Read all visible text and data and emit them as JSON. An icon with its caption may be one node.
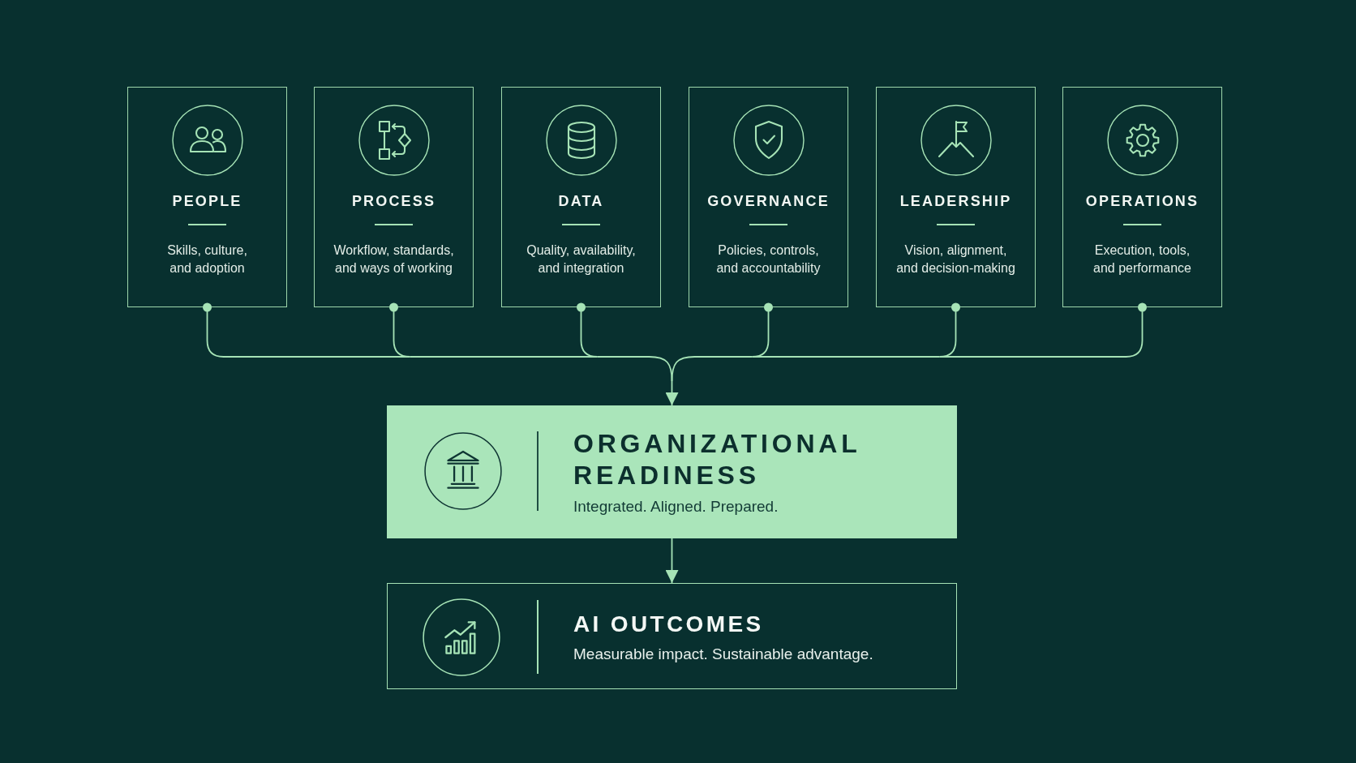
{
  "diagram": {
    "nodes": [
      {
        "text": [
          "PEOPLE",
          "Skills, culture, and adoption"
        ]
      },
      {
        "text": [
          "PROCESS",
          "Workflow, standards, and ways of working"
        ]
      },
      {
        "text": [
          "DATA",
          "Quality, availability, and integration"
        ]
      },
      {
        "text": [
          "GOVERNANCE",
          "Policies, controls, and accountability"
        ]
      },
      {
        "text": [
          "LEADERSHIP",
          "Vision, alignment, and decision-making"
        ]
      },
      {
        "text": [
          "OPERATIONS",
          "Execution, tools, and performance"
        ]
      },
      {
        "text": [
          "ORGANIZATIONAL READINESS",
          "Integrated. Aligned. Prepared."
        ]
      },
      {
        "text": [
          "AI OUTCOMES",
          "Measurable impact. Sustainable advantage."
        ]
      }
    ],
    "edges": [
      {
        "from": 0,
        "to": 6,
        "arrow": "to"
      },
      {
        "from": 1,
        "to": 6,
        "arrow": "to"
      },
      {
        "from": 2,
        "to": 6,
        "arrow": "to"
      },
      {
        "from": 3,
        "to": 6,
        "arrow": "to"
      },
      {
        "from": 4,
        "to": 6,
        "arrow": "to"
      },
      {
        "from": 5,
        "to": 6,
        "arrow": "to"
      },
      {
        "from": 6,
        "to": 7,
        "arrow": "to"
      }
    ]
  }
}
